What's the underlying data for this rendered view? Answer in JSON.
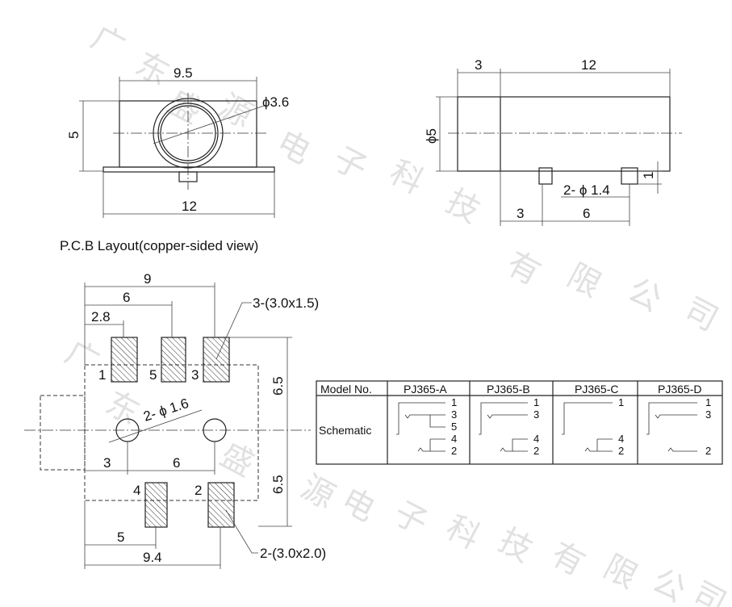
{
  "watermark": "广东盛源电子科技有限公司",
  "front_view": {
    "width": "9.5",
    "height": "5",
    "diameter": "ϕ3.6",
    "base": "12"
  },
  "side_view": {
    "front": "3",
    "length": "12",
    "diameter": "ϕ5",
    "pins": "2- ϕ 1.4",
    "pin_offset": "3",
    "pin_spacing": "6",
    "pin_height": "1"
  },
  "pcb": {
    "title": "P.C.B Layout(copper-sided view)",
    "dim_9": "9",
    "dim_6": "6",
    "dim_2_8": "2.8",
    "top_pads": "3-(3.0x1.5)",
    "bottom_pads": "2-(3.0x2.0)",
    "holes": "2- ϕ 1.6",
    "dim_3": "3",
    "dim_6b": "6",
    "dim_5": "5",
    "dim_9_4": "9.4",
    "dim_6_5a": "6.5",
    "dim_6_5b": "6.5",
    "pad_labels": [
      "1",
      "5",
      "3",
      "4",
      "2"
    ]
  },
  "table": {
    "header": [
      "Model No.",
      "PJ365-A",
      "PJ365-B",
      "PJ365-C",
      "PJ365-D"
    ],
    "row_label": "Schematic",
    "pins": {
      "a": [
        "1",
        "3",
        "5",
        "4",
        "2"
      ],
      "b": [
        "1",
        "3",
        "4",
        "2"
      ],
      "c": [
        "1",
        "4",
        "2"
      ],
      "d": [
        "1",
        "3",
        "2"
      ]
    }
  }
}
